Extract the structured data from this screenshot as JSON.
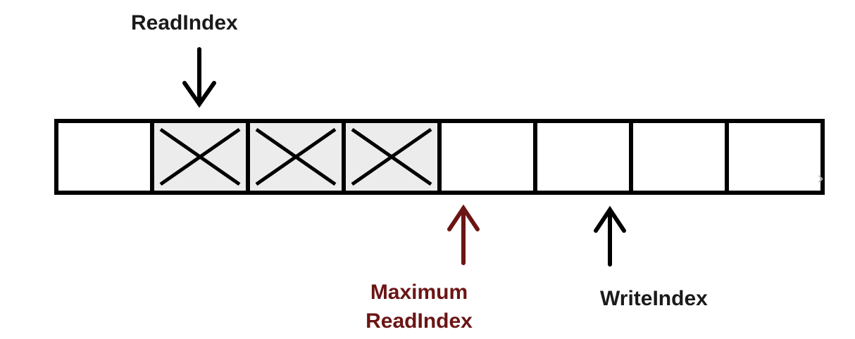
{
  "labels": {
    "read_index": "ReadIndex",
    "max_read_line1": "Maximum",
    "max_read_line2": "ReadIndex",
    "write_index": "WriteIndex"
  },
  "buffer": {
    "cells": [
      {
        "marked": false
      },
      {
        "marked": true
      },
      {
        "marked": true
      },
      {
        "marked": true
      },
      {
        "marked": false
      },
      {
        "marked": false
      },
      {
        "marked": false
      },
      {
        "marked": false
      }
    ]
  },
  "colors": {
    "outline": "#000000",
    "marked_fill": "#ececec",
    "max_read": "#6b1515",
    "text": "#1a1a1a"
  }
}
